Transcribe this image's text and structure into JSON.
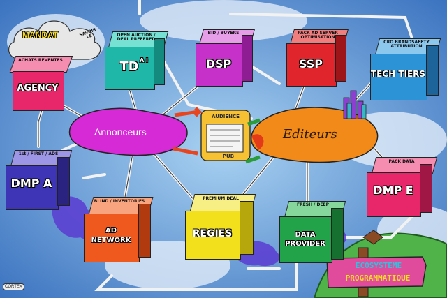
{
  "nodes": {
    "agency": {
      "label": "AGENCY",
      "side": "ACHATS REVENTES",
      "color": "#e8276a"
    },
    "td": {
      "label": "TD",
      "side": "OPEN AUCTION / DEAL PREFERED",
      "suffix": "A I",
      "color": "#1fb8a8"
    },
    "dsp": {
      "label": "DSP",
      "side": "BID / BUYERS",
      "color": "#c531c9"
    },
    "ssp": {
      "label": "SSP",
      "side": "PACK AD SERVER OPTIMISATION",
      "color": "#e0262c"
    },
    "tech": {
      "label": "TECH TIERS",
      "side": "CRO BRANDSAFETY ATTRIBUTION",
      "color": "#2b93d6"
    },
    "dmpa": {
      "label": "DMP A",
      "side": "1st / FIRST / ADS",
      "color": "#3d35b5"
    },
    "dmpe": {
      "label": "DMP E",
      "side": "PACK DATA",
      "color": "#e8276a"
    },
    "adnet": {
      "label": "AD NETWORK",
      "side": "BLIND / INVENTORIES",
      "color": "#f0591e"
    },
    "regies": {
      "label": "REGIES",
      "side": "PREMIUM DEAL",
      "color": "#f2e01c"
    },
    "data": {
      "label": "DATA PROVIDER",
      "side": "FRESH / DEEP",
      "color": "#22a34a"
    }
  },
  "blobs": {
    "annonceurs": "Annonceurs",
    "editeurs": "Editeurs"
  },
  "center": {
    "top": "AUDIENCE",
    "bottom": "PUB"
  },
  "mandat": {
    "label": "MANDAT",
    "note": "SAVOIR LE"
  },
  "title": {
    "line1": "ECOSYSTEME",
    "line2": "PROGRAMMATIQUE"
  },
  "signature": "CORTEX"
}
